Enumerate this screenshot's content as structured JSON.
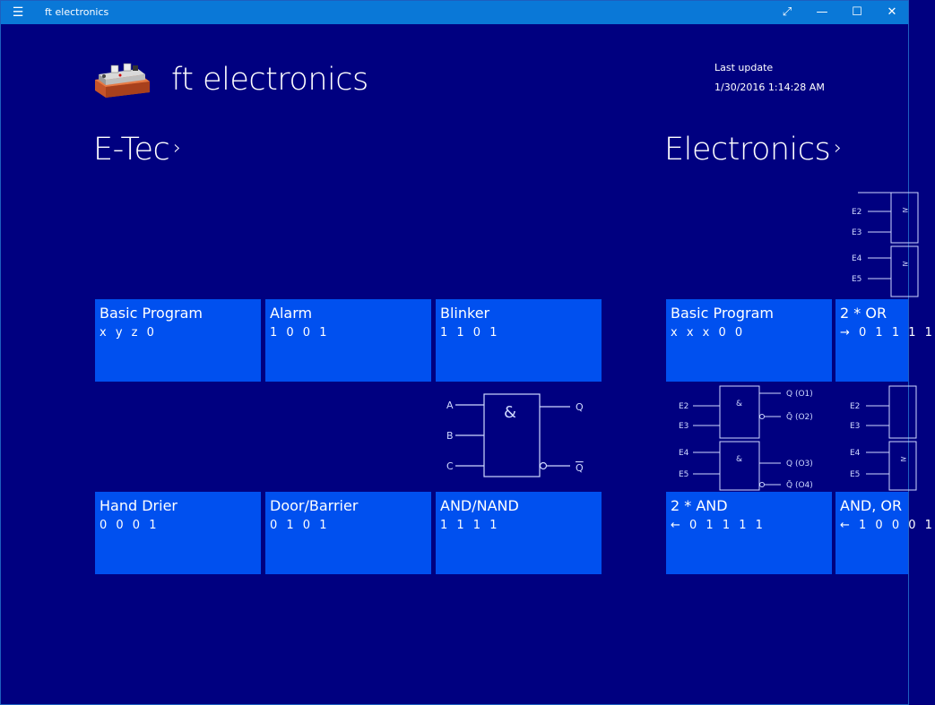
{
  "window": {
    "title": "ft electronics",
    "menu_icon": "hamburger-icon",
    "controls": {
      "fullscreen": "⤢",
      "minimize": "—",
      "maximize": "☐",
      "close": "✕"
    }
  },
  "header": {
    "app_title": "ft electronics",
    "last_update_label": "Last update",
    "last_update_value": "1/30/2016 1:14:28 AM"
  },
  "sections": [
    {
      "title": "E-Tec",
      "chevron": "›",
      "tiles": [
        {
          "name": "Basic Program",
          "code": "x y z 0"
        },
        {
          "name": "Alarm",
          "code": "1 0 0 1"
        },
        {
          "name": "Blinker",
          "code": "1 1 0 1"
        },
        {
          "name": "Hand Drier",
          "code": "0 0 0 1"
        },
        {
          "name": "Door/Barrier",
          "code": "0 1 0 1"
        },
        {
          "name": "AND/NAND",
          "code": "1 1 1 1"
        }
      ],
      "schematic_labels": {
        "a": "A",
        "b": "B",
        "c": "C",
        "gate": "&",
        "q": "Q",
        "qbar": "Q"
      }
    },
    {
      "title": "Electronics",
      "chevron": "›",
      "tiles": [
        {
          "name": "Basic Program",
          "code": "x x x 0 0"
        },
        {
          "name": "2 * OR",
          "code": "→ 0 1 1 1 1"
        },
        {
          "name": "2 * AND",
          "code": "← 0 1 1 1 1"
        },
        {
          "name": "AND, OR",
          "code": "← 1 0 0 0 1"
        }
      ],
      "schematic_labels": {
        "e2": "E2",
        "e3": "E3",
        "e4": "E4",
        "e5": "E5",
        "gate": "&",
        "q1": "Q (O1)",
        "q2": "Q̄ (O2)",
        "q3": "Q (O3)",
        "q4": "Q̄ (O4)",
        "or_gate": "≥"
      }
    }
  ]
}
